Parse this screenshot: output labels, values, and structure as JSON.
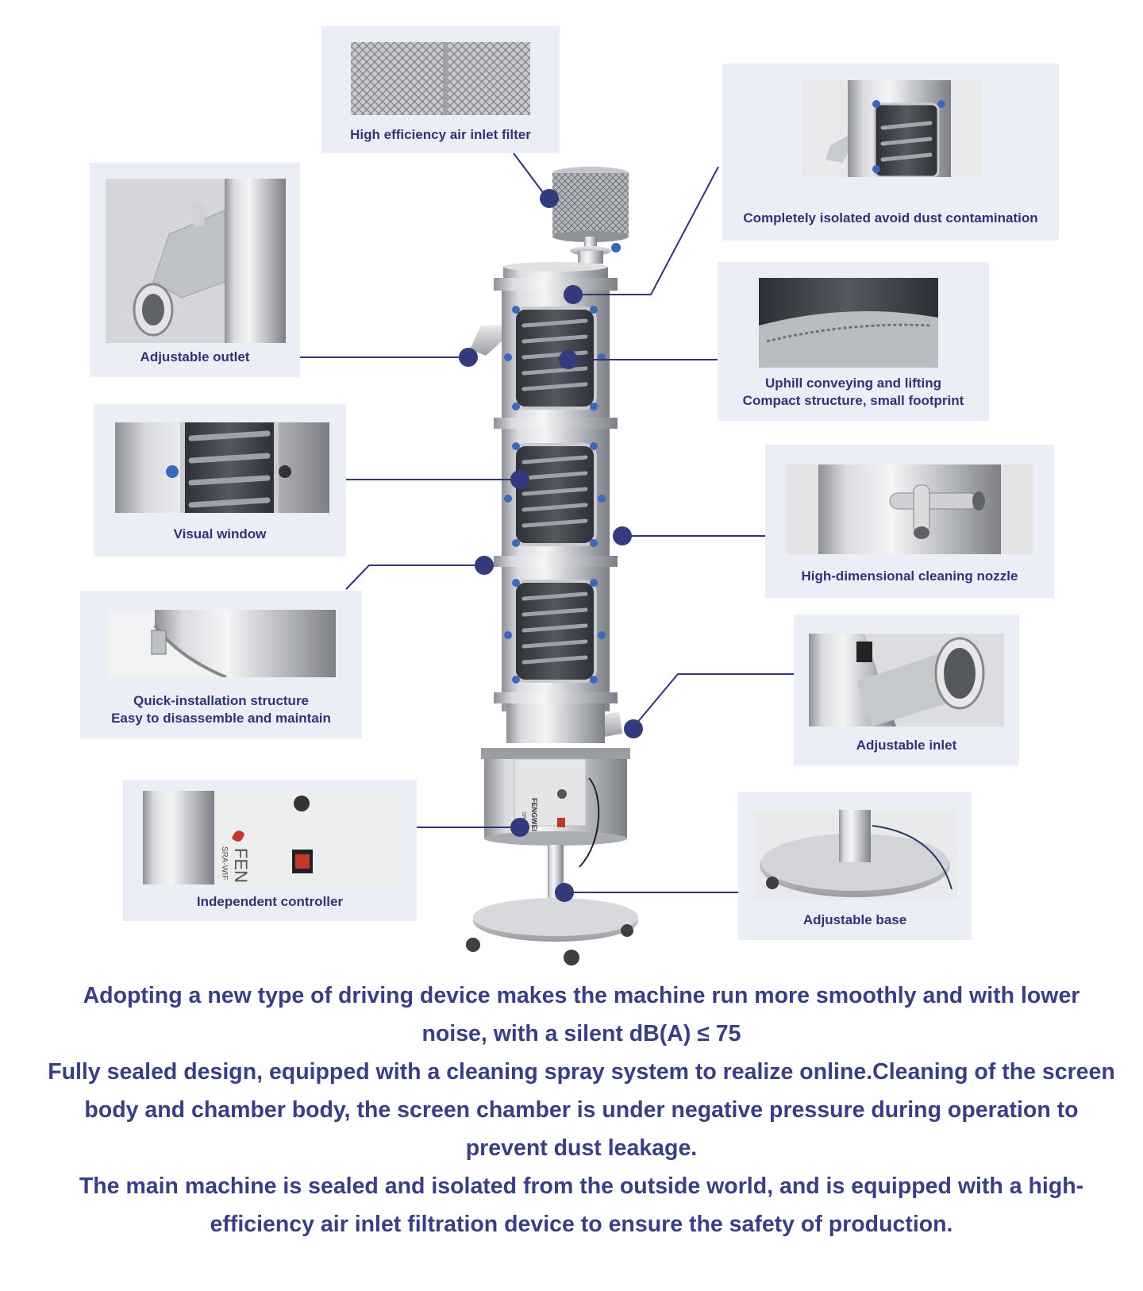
{
  "features": {
    "filter": {
      "label": "High efficiency air inlet filter"
    },
    "isolation": {
      "label": "Completely isolated avoid dust contamination"
    },
    "outlet": {
      "label": "Adjustable outlet"
    },
    "uphill": {
      "line1": "Uphill conveying and lifting",
      "line2": "Compact structure, small footprint"
    },
    "window": {
      "label": "Visual window"
    },
    "nozzle": {
      "label": "High-dimensional cleaning nozzle"
    },
    "quick": {
      "line1": "Quick-installation structure",
      "line2": "Easy to disassemble and maintain"
    },
    "inlet": {
      "label": "Adjustable inlet"
    },
    "controller": {
      "label": "Independent controller",
      "brand_text": "FEN",
      "model_text": "SRA-WIF"
    },
    "base": {
      "label": "Adjustable base"
    }
  },
  "machine": {
    "brand_text": "FENGWEI",
    "model_text": "SRA"
  },
  "description": [
    "Adopting a new type of driving device makes the machine run more smoothly and with lower noise, with a silent dB(A) ≤ 75",
    "Fully sealed design, equipped with a cleaning spray system to realize online.Cleaning of the screen body and chamber body, the screen chamber is under negative pressure during operation to prevent dust leakage.",
    "The main machine is sealed and isolated from the outside world, and is equipped with a high-efficiency air inlet filtration device to ensure the safety of production."
  ],
  "colors": {
    "accent": "#2e3476",
    "card_bg": "#ebeef7",
    "dot": "#343a7e"
  }
}
